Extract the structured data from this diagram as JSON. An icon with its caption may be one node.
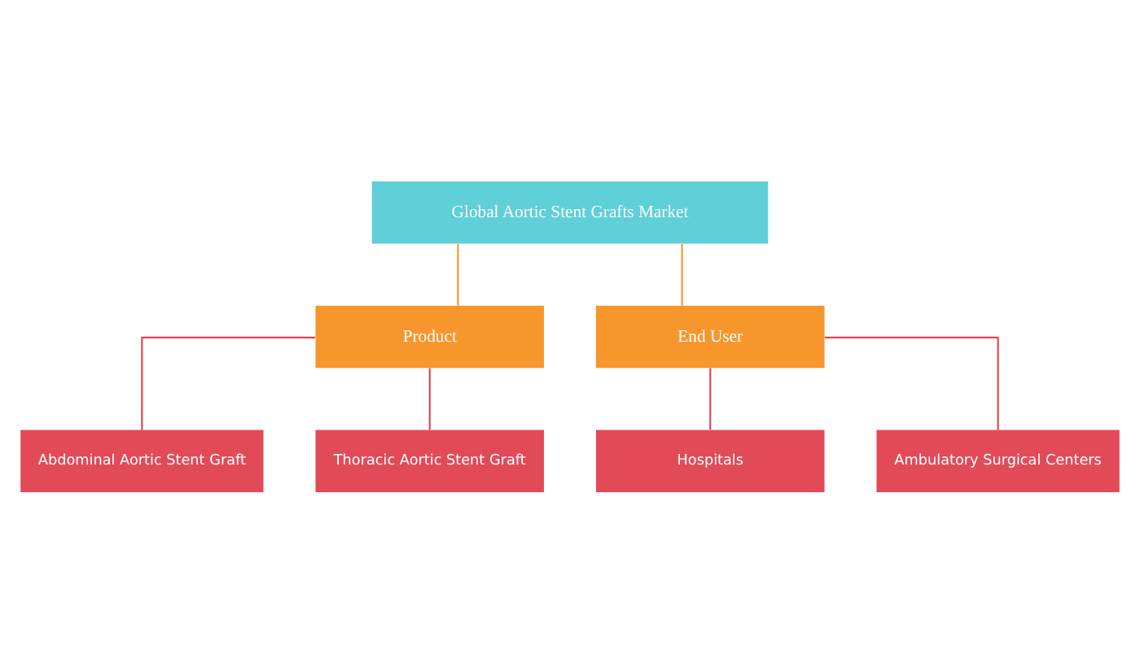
{
  "diagram": {
    "nodes": [
      {
        "text": [
          "Global Aortic Stent Grafts Market"
        ]
      },
      {
        "text": [
          "Product"
        ]
      },
      {
        "text": [
          "End User"
        ]
      },
      {
        "text": [
          "Abdominal Aortic Stent Graft"
        ]
      },
      {
        "text": [
          "Thoracic Aortic Stent Graft"
        ]
      },
      {
        "text": [
          "Hospitals"
        ]
      },
      {
        "text": [
          "Ambulatory Surgical Centers"
        ]
      }
    ],
    "edges": [
      {
        "from": 0,
        "to": 1,
        "arrow": "none",
        "color": "#f7962d"
      },
      {
        "from": 0,
        "to": 2,
        "arrow": "none",
        "color": "#f7962d"
      },
      {
        "from": 1,
        "to": 3,
        "arrow": "none"
      },
      {
        "from": 1,
        "to": 4,
        "arrow": "none"
      },
      {
        "from": 2,
        "to": 5,
        "arrow": "none"
      },
      {
        "from": 2,
        "to": 6,
        "arrow": "none"
      }
    ]
  }
}
